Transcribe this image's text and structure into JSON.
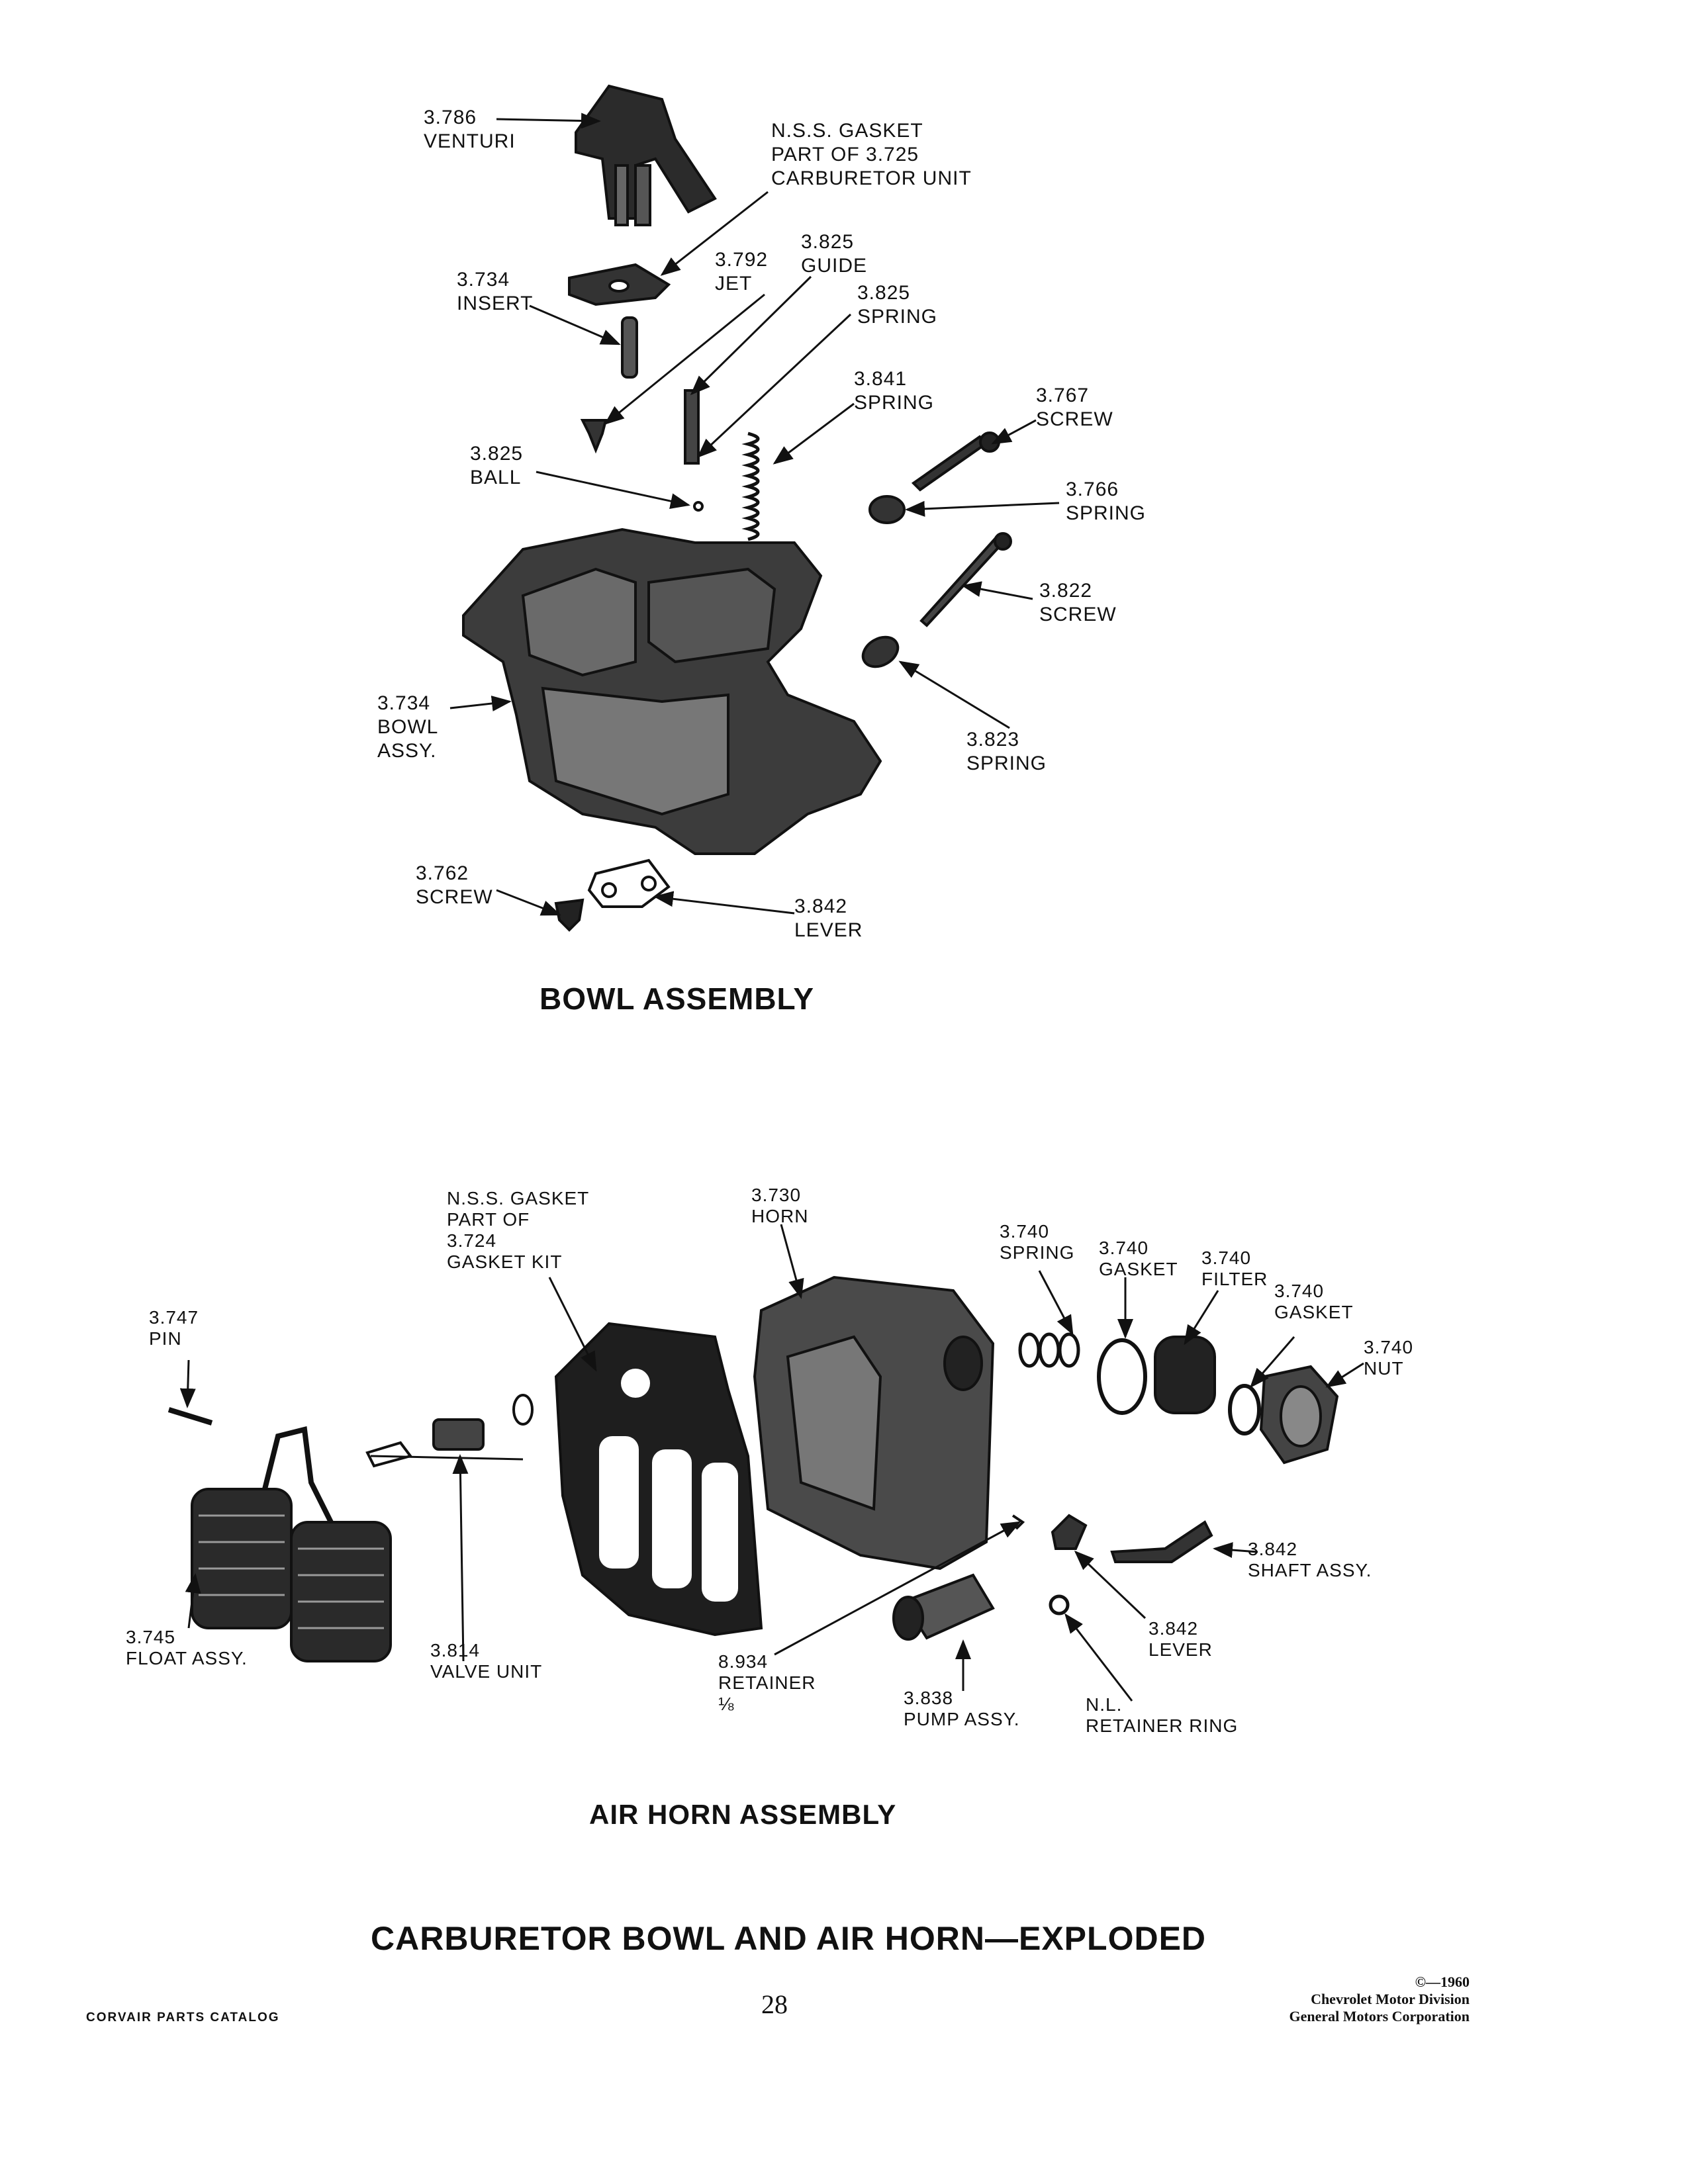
{
  "bowl": {
    "heading": "BOWL ASSEMBLY",
    "labels": {
      "venturi": [
        "3.786",
        "VENTURI"
      ],
      "gasket": [
        "N.S.S. GASKET",
        "PART OF 3.725",
        "CARBURETOR UNIT"
      ],
      "insert": [
        "3.734",
        "INSERT"
      ],
      "jet": [
        "3.792",
        "JET"
      ],
      "guide": [
        "3.825",
        "GUIDE"
      ],
      "spring_825": [
        "3.825",
        "SPRING"
      ],
      "spring_841": [
        "3.841",
        "SPRING"
      ],
      "screw_767": [
        "3.767",
        "SCREW"
      ],
      "ball": [
        "3.825",
        "BALL"
      ],
      "spring_766": [
        "3.766",
        "SPRING"
      ],
      "screw_822": [
        "3.822",
        "SCREW"
      ],
      "bowl_assy": [
        "3.734",
        "BOWL",
        "ASSY."
      ],
      "spring_823": [
        "3.823",
        "SPRING"
      ],
      "screw_762": [
        "3.762",
        "SCREW"
      ],
      "lever": [
        "3.842",
        "LEVER"
      ]
    }
  },
  "airhorn": {
    "heading": "AIR HORN ASSEMBLY",
    "labels": {
      "gasket": [
        "N.S.S. GASKET",
        "PART OF",
        "3.724",
        "GASKET KIT"
      ],
      "horn": [
        "3.730",
        "HORN"
      ],
      "spring": [
        "3.740",
        "SPRING"
      ],
      "gasket_740a": [
        "3.740",
        "GASKET"
      ],
      "filter": [
        "3.740",
        "FILTER"
      ],
      "gasket_740b": [
        "3.740",
        "GASKET"
      ],
      "nut": [
        "3.740",
        "NUT"
      ],
      "pin": [
        "3.747",
        "PIN"
      ],
      "shaft": [
        "3.842",
        "SHAFT ASSY."
      ],
      "float": [
        "3.745",
        "FLOAT ASSY."
      ],
      "valve": [
        "3.814",
        "VALVE UNIT"
      ],
      "retainer": [
        "8.934",
        "RETAINER",
        "⅛"
      ],
      "pump": [
        "3.838",
        "PUMP ASSY."
      ],
      "lever": [
        "3.842",
        "LEVER"
      ],
      "ring": [
        "N.L.",
        "RETAINER RING"
      ]
    }
  },
  "page": {
    "title": "CARBURETOR BOWL AND AIR HORN—EXPLODED",
    "catalog": "CORVAIR PARTS CATALOG",
    "page_number": "28",
    "copyright": [
      "©—1960",
      "Chevrolet Motor Division",
      "General Motors Corporation"
    ]
  }
}
